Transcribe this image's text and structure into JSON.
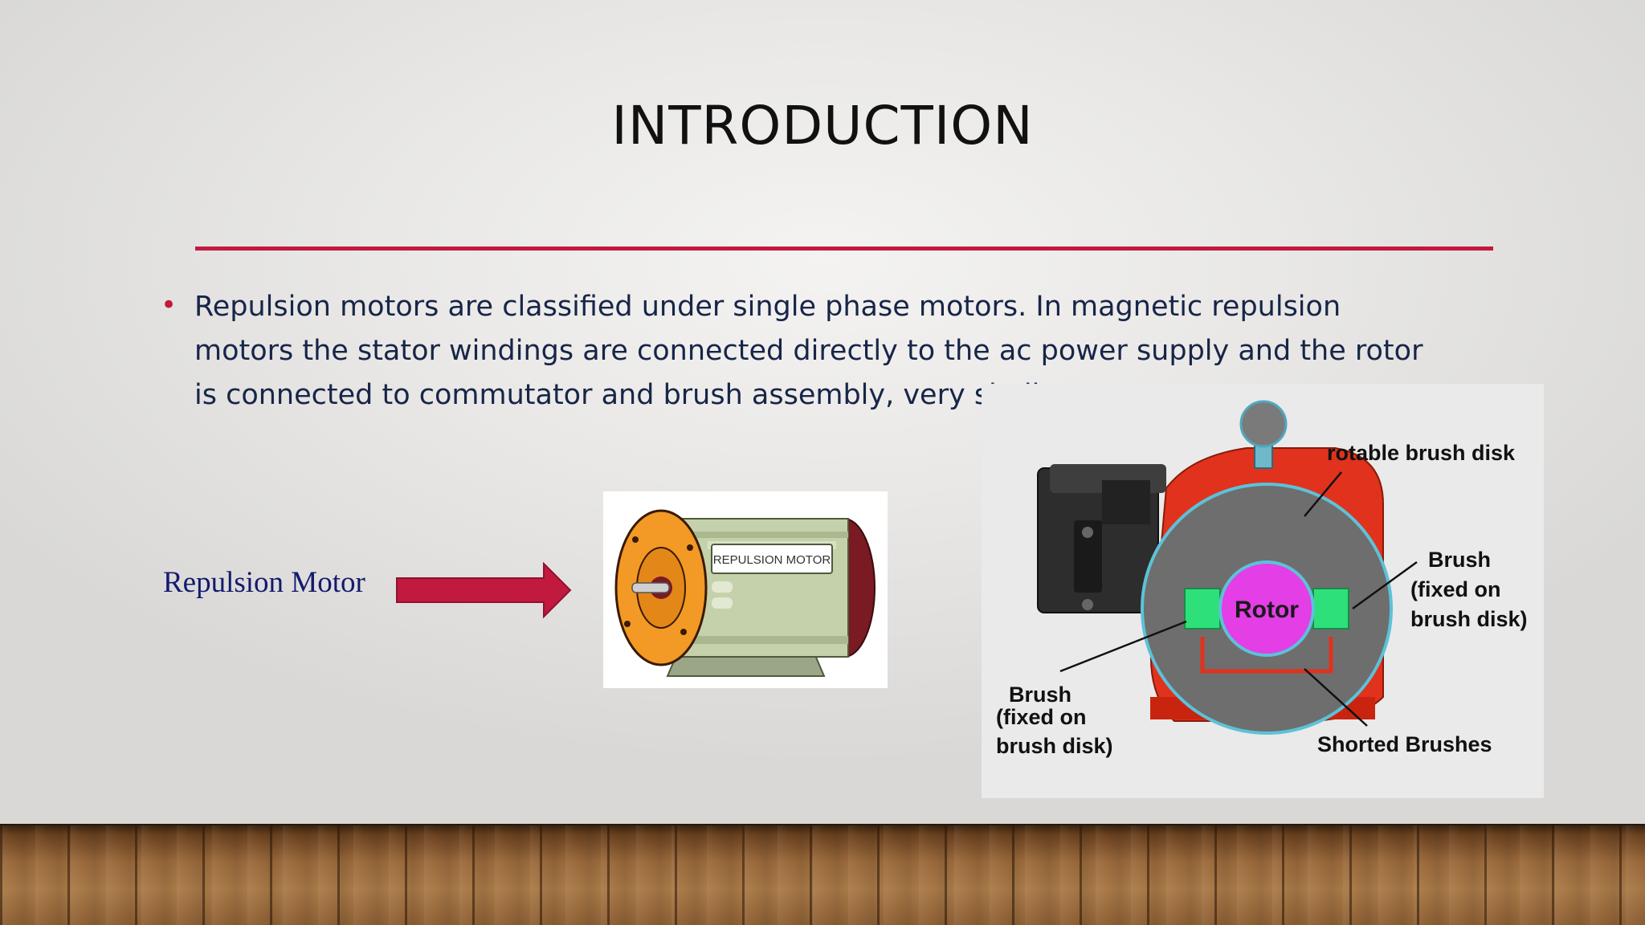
{
  "slide": {
    "title": "INTRODUCTION",
    "bullet": "Repulsion motors are classified under single phase motors. In magnetic repulsion motors the stator windings are connected directly to the ac power supply and the rotor is connected to commutator and brush assembly, very simila",
    "caption": "Repulsion Motor",
    "accent_color": "#c2193f",
    "text_color": "#172548"
  },
  "motor_image": {
    "nameplate": "REPULSION MOTOR"
  },
  "diagram": {
    "labels": {
      "rotable_brush_disk": "rotable brush disk",
      "brush_right_1": "Brush",
      "brush_right_2": "(fixed on",
      "brush_right_3": "brush disk)",
      "rotor": "Rotor",
      "brush_left_1": "Brush",
      "brush_left_2": "(fixed on",
      "brush_left_3": "brush disk)",
      "shorted_brushes": "Shorted Brushes"
    }
  }
}
